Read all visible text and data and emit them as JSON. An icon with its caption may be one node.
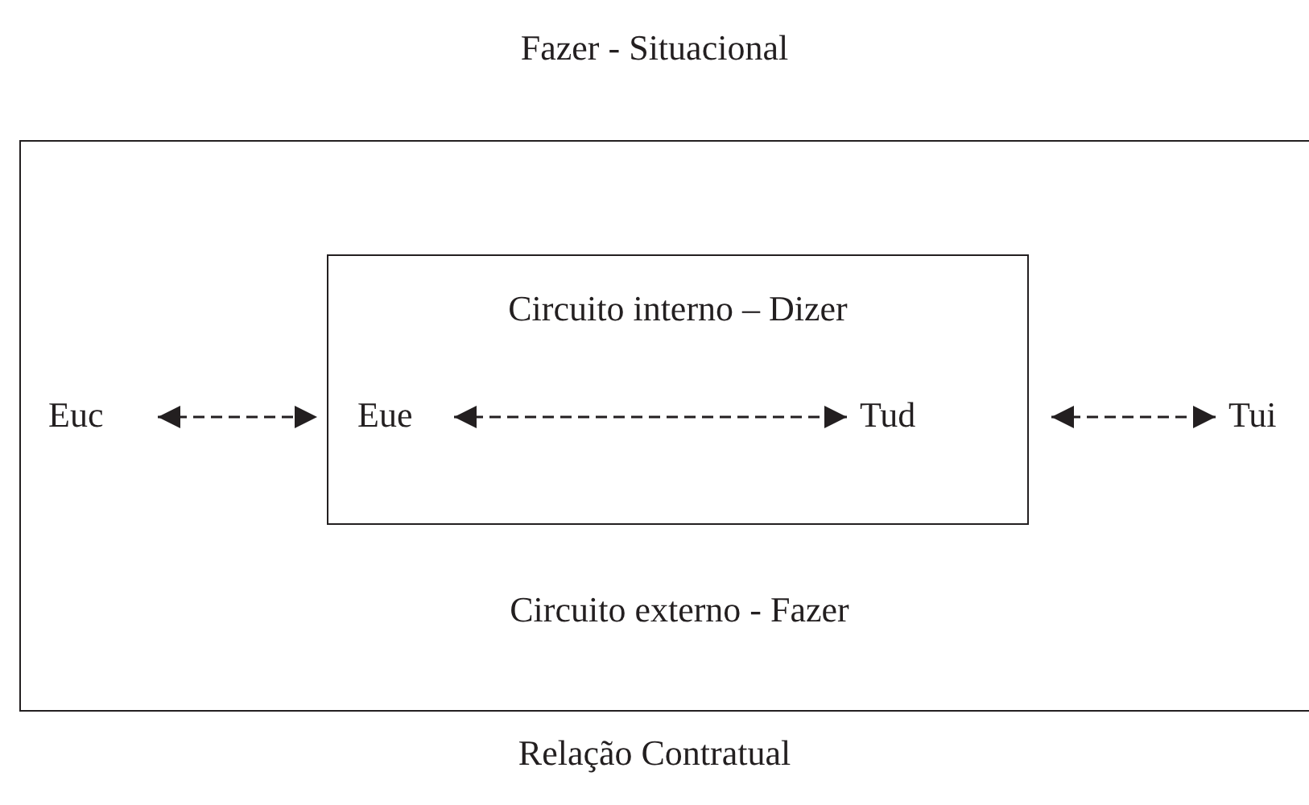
{
  "diagram": {
    "title": "Fazer - Situacional",
    "caption": "Relação Contratual",
    "nodes": [
      {
        "text": [
          "Circuito externo - Fazer"
        ]
      },
      {
        "text": [
          "Circuito interno – Dizer"
        ],
        "in": 0
      },
      {
        "text": [
          "Euc"
        ],
        "in": 0
      },
      {
        "text": [
          "Eue"
        ],
        "in": 1
      },
      {
        "text": [
          "Tud"
        ],
        "in": 1
      },
      {
        "text": [
          "Tui"
        ],
        "in": 0
      }
    ],
    "edges": [
      {
        "from": 2,
        "to": 1,
        "arrow": "both",
        "style": "dashed"
      },
      {
        "from": 3,
        "to": 4,
        "arrow": "both",
        "style": "dashed"
      },
      {
        "from": 1,
        "to": 5,
        "arrow": "both",
        "style": "dashed"
      }
    ]
  }
}
